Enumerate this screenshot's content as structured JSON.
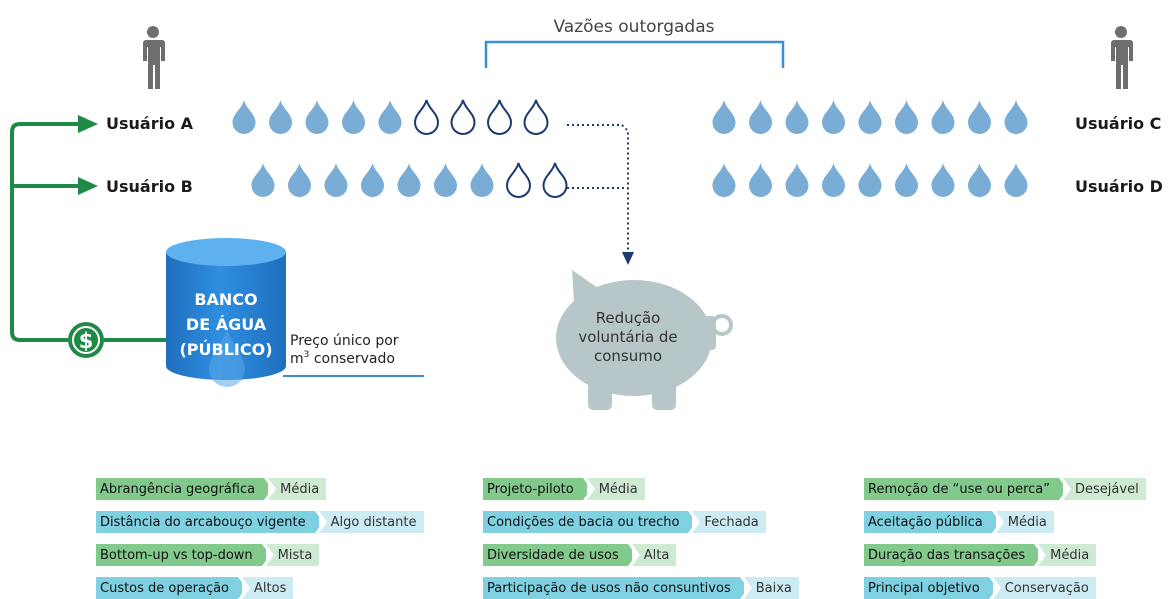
{
  "header": {
    "title": "Vazões outorgadas"
  },
  "users": [
    {
      "id": "A",
      "label": "Usuário A"
    },
    {
      "id": "B",
      "label": "Usuário B"
    },
    {
      "id": "C",
      "label": "Usuário C"
    },
    {
      "id": "D",
      "label": "Usuário D"
    }
  ],
  "drops": {
    "row_a": {
      "filled": 5,
      "outlined": 4
    },
    "row_b": {
      "filled": 7,
      "outlined": 2
    },
    "row_c": {
      "filled": 9,
      "outlined": 0
    },
    "row_d": {
      "filled": 9,
      "outlined": 0
    }
  },
  "bank": {
    "line1": "BANCO",
    "line2": "DE ÁGUA",
    "line3": "(PÚBLICO)",
    "currency_symbol": "$"
  },
  "price": {
    "line1": "Preço único por",
    "line2_prefix": "m",
    "line2_sup": "3",
    "line2_suffix": " conservado"
  },
  "piggy": {
    "line1": "Redução",
    "line2": "voluntária de",
    "line3": "consumo"
  },
  "colors": {
    "drop_fill": "#7aadd6",
    "drop_outline": "#1f3a72",
    "arrow_green": "#1e8a46",
    "bracket_blue": "#3b8fd0",
    "dotted_navy": "#1f3a72",
    "piggy": "#b7c7c9",
    "person": "#6e6e6e",
    "tag_green_key": "#82c98c",
    "tag_green_value": "#cfead2",
    "tag_blue_key": "#7fd0e0",
    "tag_blue_value": "#cdebf2"
  },
  "attributes": {
    "col1": [
      {
        "label": "Abrangência geográfica",
        "value": "Média",
        "color": "green"
      },
      {
        "label": "Distância do arcabouço vigente",
        "value": "Algo distante",
        "color": "blue"
      },
      {
        "label": "Bottom-up vs top-down",
        "value": "Mista",
        "color": "green"
      },
      {
        "label": "Custos de operação",
        "value": "Altos",
        "color": "blue"
      }
    ],
    "col2": [
      {
        "label": "Projeto-piloto",
        "value": "Média",
        "color": "green"
      },
      {
        "label": "Condições de bacia ou trecho",
        "value": "Fechada",
        "color": "blue"
      },
      {
        "label": "Diversidade de usos",
        "value": "Alta",
        "color": "green"
      },
      {
        "label": "Participação de usos não consuntivos",
        "value": "Baixa",
        "color": "blue"
      }
    ],
    "col3": [
      {
        "label": "Remoção de “use ou perca”",
        "value": "Desejável",
        "color": "green"
      },
      {
        "label": "Aceitação pública",
        "value": "Média",
        "color": "blue"
      },
      {
        "label": "Duração das transações",
        "value": "Média",
        "color": "green"
      },
      {
        "label": "Principal objetivo",
        "value": "Conservação",
        "color": "blue"
      }
    ]
  }
}
